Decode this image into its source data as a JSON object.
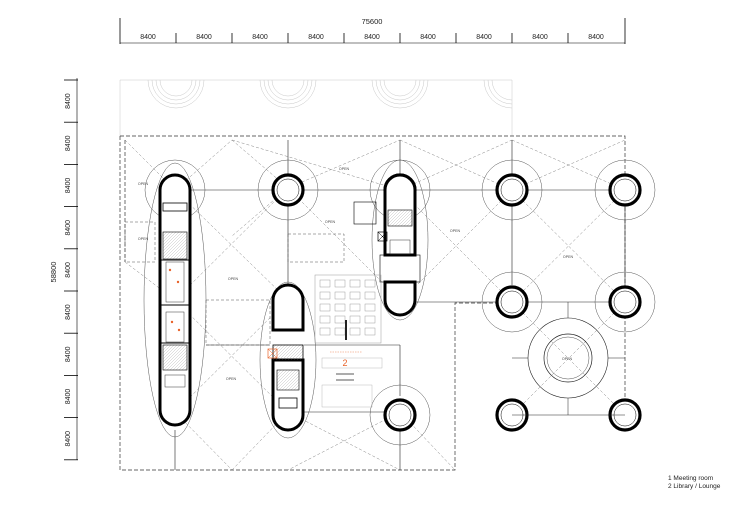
{
  "dimensions": {
    "total_horizontal": "75600",
    "total_vertical": "58800",
    "horizontal_bays": [
      "8400",
      "8400",
      "8400",
      "8400",
      "8400",
      "8400",
      "8400",
      "8400",
      "8400"
    ],
    "vertical_bays": [
      "8400",
      "8400",
      "8400",
      "8400",
      "8400",
      "8400",
      "8400",
      "8400",
      "8400"
    ]
  },
  "plan_labels": {
    "open": "OPEN",
    "room_number": "2"
  },
  "legend": {
    "items": [
      "1 Meeting room",
      "2 Library / Lounge"
    ]
  },
  "colors": {
    "line": "#000000",
    "dash": "#555555",
    "accent": "#e8632a",
    "light": "#bbbbbb"
  }
}
